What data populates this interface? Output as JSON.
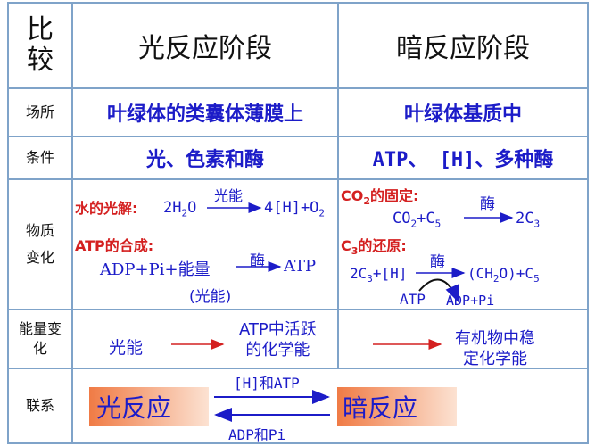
{
  "header": {
    "compare_char_1": "比",
    "compare_char_2": "较",
    "light_stage": "光反应阶段",
    "dark_stage": "暗反应阶段"
  },
  "rows": {
    "place": {
      "label": "场所",
      "light": "叶绿体的类囊体薄膜上",
      "dark": "叶绿体基质中"
    },
    "conditions": {
      "label": "条件",
      "light": "光、色素和酶",
      "dark": "ATP、 [H]、多种酶"
    },
    "matter": {
      "label_1": "物质",
      "label_2": "变化",
      "water_photolysis_title": "水的光解:",
      "water_left": "2H",
      "water_sub": "2",
      "water_o": "O",
      "water_energy": "光能",
      "water_right": "4[H]+O",
      "water_right_sub": "2",
      "atp_synthesis_title": "ATP的合成:",
      "atp_left": "ADP+Pi+能量",
      "atp_enzyme": "酶",
      "atp_right": "ATP",
      "atp_light_note": "(光能)",
      "co2_fix_title_main": "CO",
      "co2_fix_title_sub": "2",
      "co2_fix_title_tail": "的固定:",
      "co2_fix_enzyme": "酶",
      "co2_fix_left_main": "CO",
      "co2_fix_left_sub": "2",
      "co2_fix_plus": "+C",
      "co2_fix_plus_sub": "5",
      "co2_fix_right": "2C",
      "co2_fix_right_sub": "3",
      "c3_red_title_main": "C",
      "c3_red_title_sub": "3",
      "c3_red_title_tail": "的还原:",
      "c3_red_enzyme": "酶",
      "c3_red_left": "2C",
      "c3_red_left_sub": "3",
      "c3_red_left_tail": "+[H]",
      "c3_red_right": "(CH",
      "c3_red_right_sub": "2",
      "c3_red_right_tail": "O)+C",
      "c3_red_right_sub2": "5",
      "c3_red_atp": "ATP",
      "c3_red_adp": "ADP+Pi"
    },
    "energy": {
      "label_1": "能量变",
      "label_2": "化",
      "from": "光能",
      "mid_1": "ATP中活跃",
      "mid_2": "的化学能",
      "to_1": "有机物中稳",
      "to_2": "定化学能"
    },
    "link": {
      "label": "联系",
      "light_box": "光反应",
      "dark_box": "暗反应",
      "top_arrow_text": "[H]和ATP",
      "bottom_arrow_text": "ADP和Pi"
    }
  },
  "colors": {
    "accent_blue": "#1c1cc8",
    "accent_red": "#d42020",
    "grid": "#7fa3c9",
    "box_orange": "#f07b45"
  }
}
